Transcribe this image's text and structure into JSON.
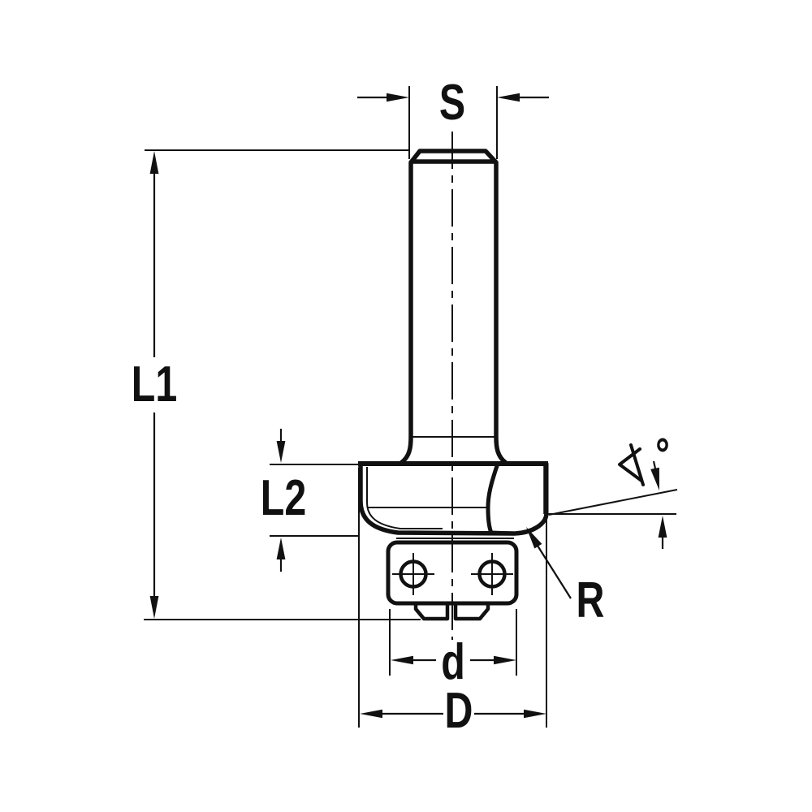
{
  "drawing": {
    "type": "technical-drawing",
    "subject": "router bit profile cutter with insert knives",
    "background_color": "#ffffff",
    "line_color": "#111111",
    "insert_fill_color": "#949494"
  },
  "dimension_labels": {
    "shank_diameter": "S",
    "overall_length": "L1",
    "cutting_depth": "L2",
    "radius": "R",
    "inner_diameter": "d",
    "outer_diameter": "D",
    "angle_degree": "°"
  }
}
